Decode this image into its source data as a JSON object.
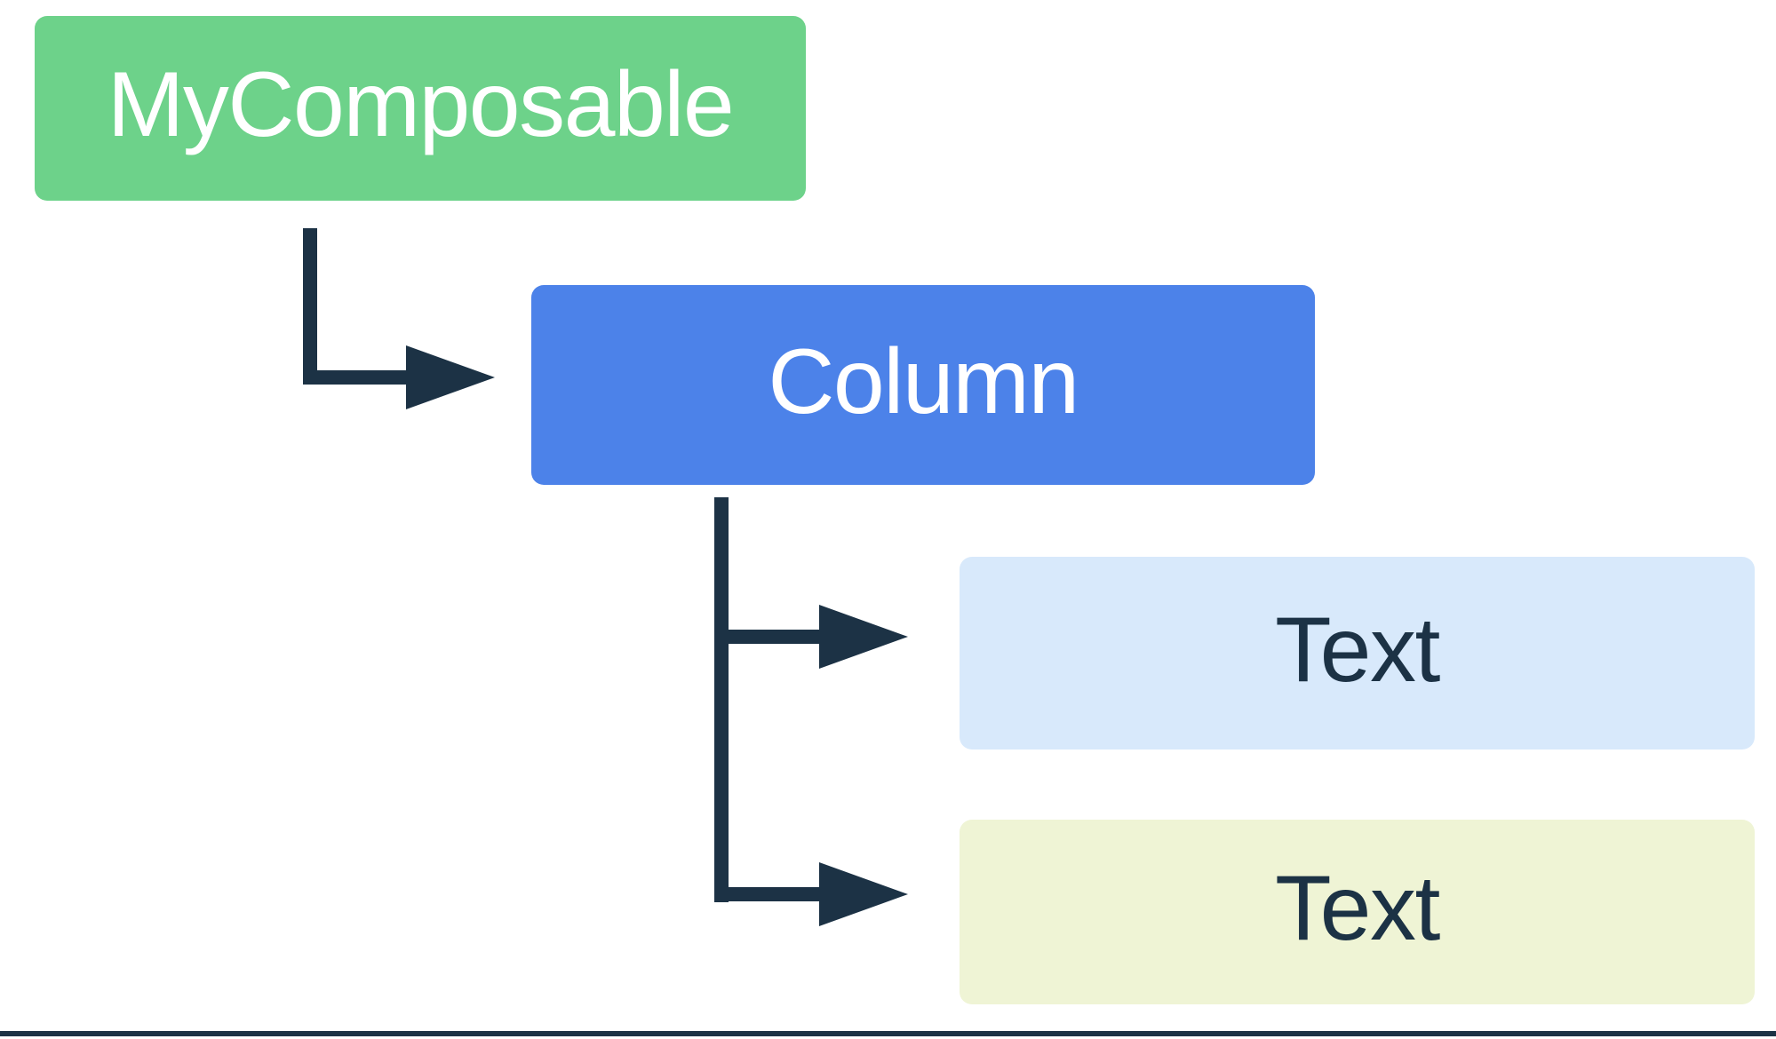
{
  "diagram": {
    "type": "tree",
    "background": "#FFFFFF",
    "colors": {
      "edge": "#1C3245",
      "bottom_border": "#1C3245"
    },
    "nodes": [
      {
        "id": "mycomposable",
        "label": "MyComposable",
        "fill": "#6DD28A",
        "text_color": "#FFFFFF"
      },
      {
        "id": "column",
        "label": "Column",
        "fill": "#4C82E9",
        "text_color": "#FFFFFF"
      },
      {
        "id": "text-1",
        "label": "Text",
        "fill": "#D8E9FB",
        "text_color": "#1C3245"
      },
      {
        "id": "text-2",
        "label": "Text",
        "fill": "#EFF4D5",
        "text_color": "#1C3245"
      }
    ],
    "edges": [
      {
        "from": "mycomposable",
        "to": "column"
      },
      {
        "from": "column",
        "to": "text-1"
      },
      {
        "from": "column",
        "to": "text-2"
      }
    ]
  }
}
